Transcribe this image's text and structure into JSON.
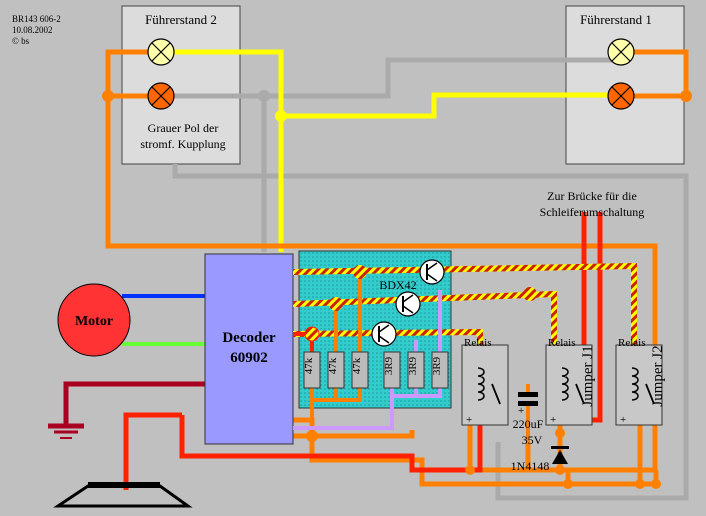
{
  "header": {
    "line1": "BR143 606-2",
    "line2": "10.08.2002",
    "line3": "© bs"
  },
  "cab2": {
    "title": "Führerstand 2",
    "label_line1": "Grauer Pol der",
    "label_line2": "stromf. Kupplung"
  },
  "cab1": {
    "title": "Führerstand 1"
  },
  "motor": {
    "label": "Motor"
  },
  "decoder": {
    "line1": "Decoder",
    "line2": "60902"
  },
  "transistor": {
    "label": "BDX42"
  },
  "resistors": [
    "47k",
    "47k",
    "47k",
    "3R9",
    "3R9",
    "3R9"
  ],
  "relays": [
    {
      "label": "Relais"
    },
    {
      "label": "Relais",
      "jumper": "Jumper J1"
    },
    {
      "label": "Relais",
      "jumper": "Jumper J2"
    }
  ],
  "bridge_note": {
    "line1": "Zur Brücke für die",
    "line2": "Schleiferumschaltung"
  },
  "capacitor": {
    "value": "220uF",
    "voltage": "35V",
    "polarity": "+"
  },
  "diode": {
    "label": "1N4148"
  },
  "relay_plus": "+",
  "colors": {
    "background": "#c0c0c0",
    "cab_fill": "#dcdcdc",
    "decoder_fill": "#9999ff",
    "board_fill": "#33cccc",
    "motor_fill": "#ff3333",
    "orange": "#ff8000",
    "dark_orange": "#ff6600",
    "yellow": "#ffff00",
    "grey_wire": "#aaaaaa",
    "blue": "#0033ff",
    "green": "#66ff33",
    "red": "#ff2200",
    "dark_red": "#aa0022",
    "lilac": "#cc99ff"
  }
}
